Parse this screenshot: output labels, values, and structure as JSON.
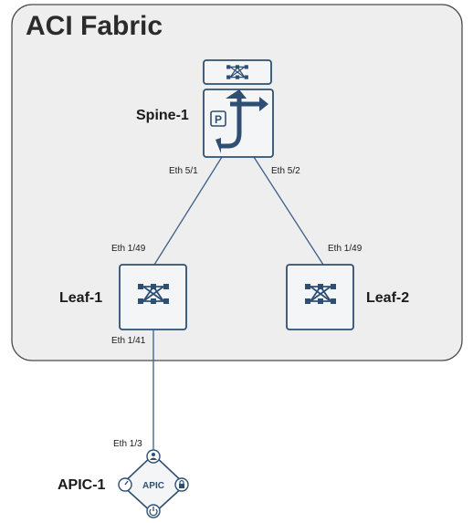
{
  "fabric": {
    "title": "ACI Fabric"
  },
  "nodes": {
    "spine1": {
      "label": "Spine-1"
    },
    "leaf1": {
      "label": "Leaf-1"
    },
    "leaf2": {
      "label": "Leaf-2"
    },
    "apic1": {
      "label": "APIC-1",
      "badge": "APIC"
    }
  },
  "links": {
    "spine1_leaf1": {
      "a_port": "Eth 5/1",
      "b_port": "Eth 1/49"
    },
    "spine1_leaf2": {
      "a_port": "Eth 5/2",
      "b_port": "Eth 1/49"
    },
    "leaf1_apic1": {
      "a_port": "Eth 1/41",
      "b_port": "Eth 1/3"
    }
  },
  "colors": {
    "fabric_fill": "#eeeeee",
    "fabric_border": "#4a4a4a",
    "device_fill": "#f4f5f6",
    "device_border": "#2e4f73",
    "icon": "#2e4f73",
    "link": "#3b5f87"
  },
  "icons": {
    "spine": "spine-switch-icon",
    "leaf": "leaf-switch-icon",
    "apic": "apic-controller-icon"
  }
}
